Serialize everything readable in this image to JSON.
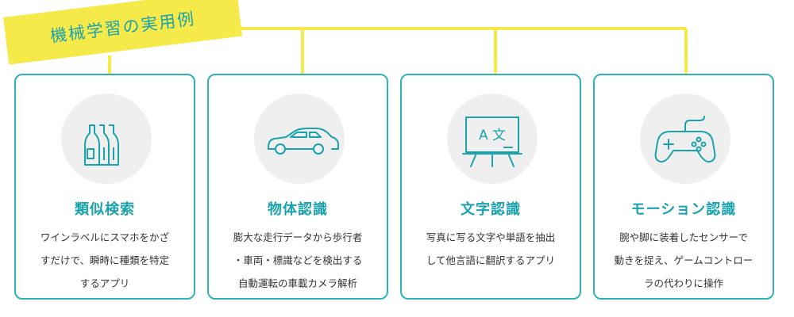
{
  "header": {
    "title": "機械学習の実用例"
  },
  "colors": {
    "accent": "#1aa3ad",
    "border": "#2fb3bb",
    "connector": "#f6e94a",
    "badge": "#f6e94a",
    "icon_bg": "#efefef"
  },
  "cards": [
    {
      "icon": "wine-bottles-icon",
      "title": "類似検索",
      "lines": [
        "ワインラベルにスマホをかざ",
        "すだけで、瞬時に種類を特定",
        "するアプリ"
      ]
    },
    {
      "icon": "car-icon",
      "title": "物体認識",
      "lines": [
        "膨大な走行データから歩行者",
        "・車両・標識などを検出する",
        "自動運転の車載カメラ解析"
      ]
    },
    {
      "icon": "blackboard-icon",
      "title": "文字認識",
      "lines": [
        "写真に写る文字や単語を抽出",
        "して他言語に翻訳するアプリ"
      ],
      "board_text": "A 文"
    },
    {
      "icon": "game-controller-icon",
      "title": "モーション認識",
      "lines": [
        "腕や脚に装着したセンサーで",
        "動きを捉え、ゲームコントロー",
        "ラの代わりに操作"
      ]
    }
  ]
}
